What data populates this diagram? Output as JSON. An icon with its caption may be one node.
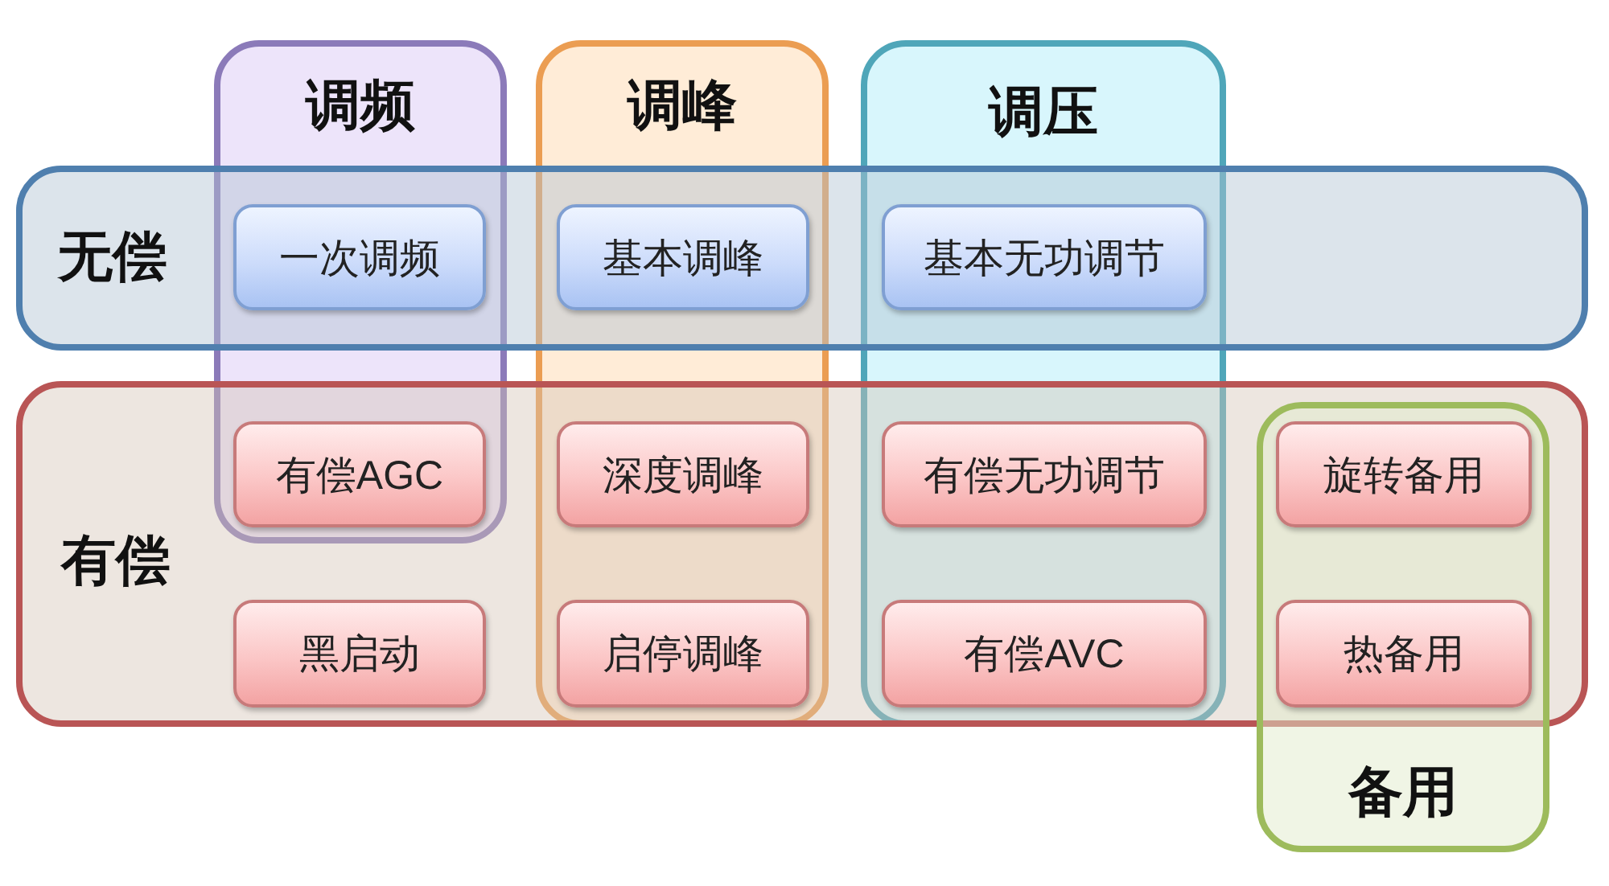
{
  "diagram": {
    "nodes": [
      {
        "text": [
          "调频"
        ]
      },
      {
        "text": [
          "调峰"
        ]
      },
      {
        "text": [
          "调压"
        ]
      },
      {
        "text": [
          "无偿"
        ]
      },
      {
        "text": [
          "一次调频"
        ]
      },
      {
        "text": [
          "基本调峰"
        ]
      },
      {
        "text": [
          "基本无功调节"
        ]
      },
      {
        "text": [
          "有偿"
        ]
      },
      {
        "text": [
          "有偿AGC"
        ]
      },
      {
        "text": [
          "深度调峰"
        ]
      },
      {
        "text": [
          "有偿无功调节"
        ]
      },
      {
        "text": [
          "备用"
        ]
      },
      {
        "text": [
          "旋转备用"
        ]
      },
      {
        "text": [
          "黑启动"
        ],
        "in": 7
      },
      {
        "text": [
          "启停调峰"
        ]
      },
      {
        "text": [
          "有偿AVC"
        ]
      },
      {
        "text": [
          "热备用"
        ]
      }
    ]
  }
}
